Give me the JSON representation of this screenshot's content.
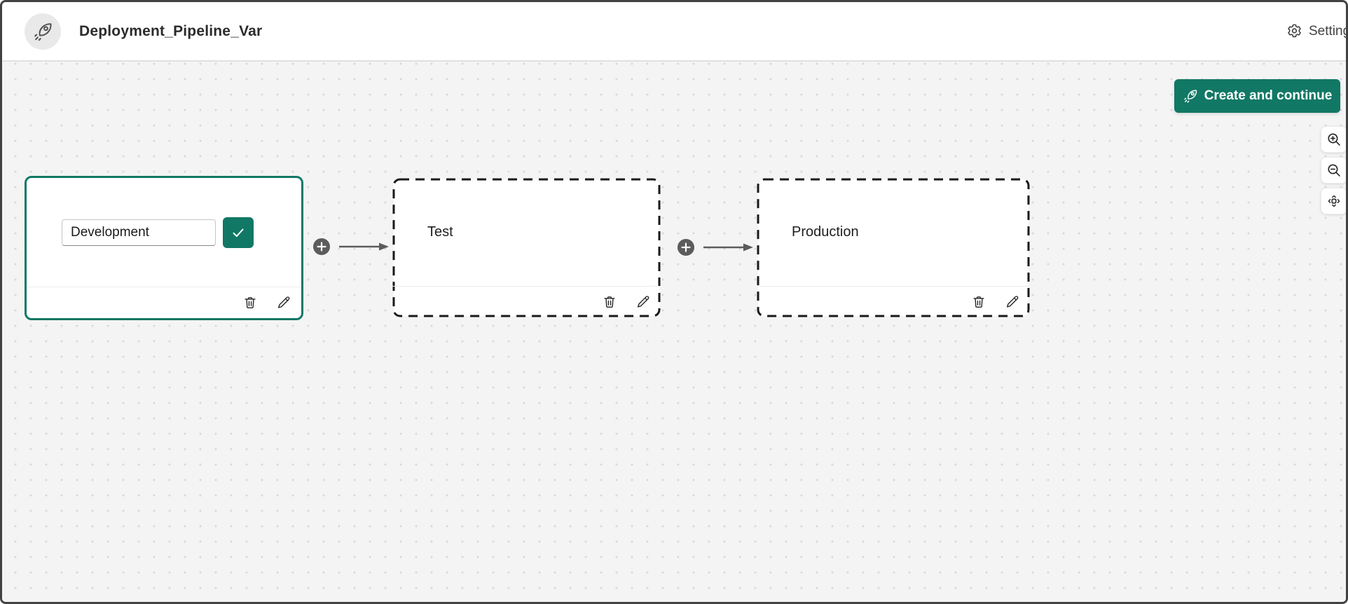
{
  "header": {
    "title": "Deployment_Pipeline_Var",
    "settings_label": "Settings"
  },
  "actions": {
    "create_button_label": "Create and continue"
  },
  "zoom_controls": {
    "items": [
      "zoom-in",
      "zoom-out",
      "fit-to-view"
    ]
  },
  "stages": [
    {
      "label": "Development",
      "state": "editing",
      "input_value": "Development",
      "selected": true
    },
    {
      "label": "Test",
      "state": "idle",
      "selected": false
    },
    {
      "label": "Production",
      "state": "idle",
      "selected": false
    }
  ],
  "icons": {
    "header_avatar": "rocket-icon",
    "settings": "gear-icon",
    "create_button": "rocket-icon",
    "stage_footer": [
      "trash-icon",
      "pencil-icon"
    ],
    "confirm": "check-icon",
    "connector": "plus-icon"
  },
  "colors": {
    "accent_teal": "#117865",
    "canvas_bg": "#f4f4f4",
    "dot_grid": "#d9d9d9",
    "dashed_border": "#1b1a19",
    "connector_gray": "#5c5c5c",
    "header_border": "#e0e0e0"
  }
}
